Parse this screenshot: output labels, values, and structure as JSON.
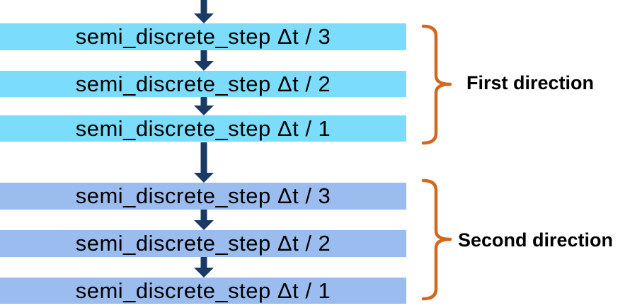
{
  "diagram": {
    "colors": {
      "group1_bar": "#7BDCFB",
      "group2_bar": "#9BBCEE",
      "arrow": "#1A3A64",
      "brace": "#D2671E",
      "bar_text": "#000000",
      "label_text": "#000000"
    },
    "icons": {
      "arrow_down": "▼",
      "brace_right": "}"
    },
    "groups": [
      {
        "label": "First direction",
        "steps": [
          "semi_discrete_step Δt / 3",
          "semi_discrete_step Δt / 2",
          "semi_discrete_step Δt / 1"
        ]
      },
      {
        "label": "Second direction",
        "steps": [
          "semi_discrete_step Δt / 3",
          "semi_discrete_step Δt / 2",
          "semi_discrete_step Δt / 1"
        ]
      }
    ]
  }
}
